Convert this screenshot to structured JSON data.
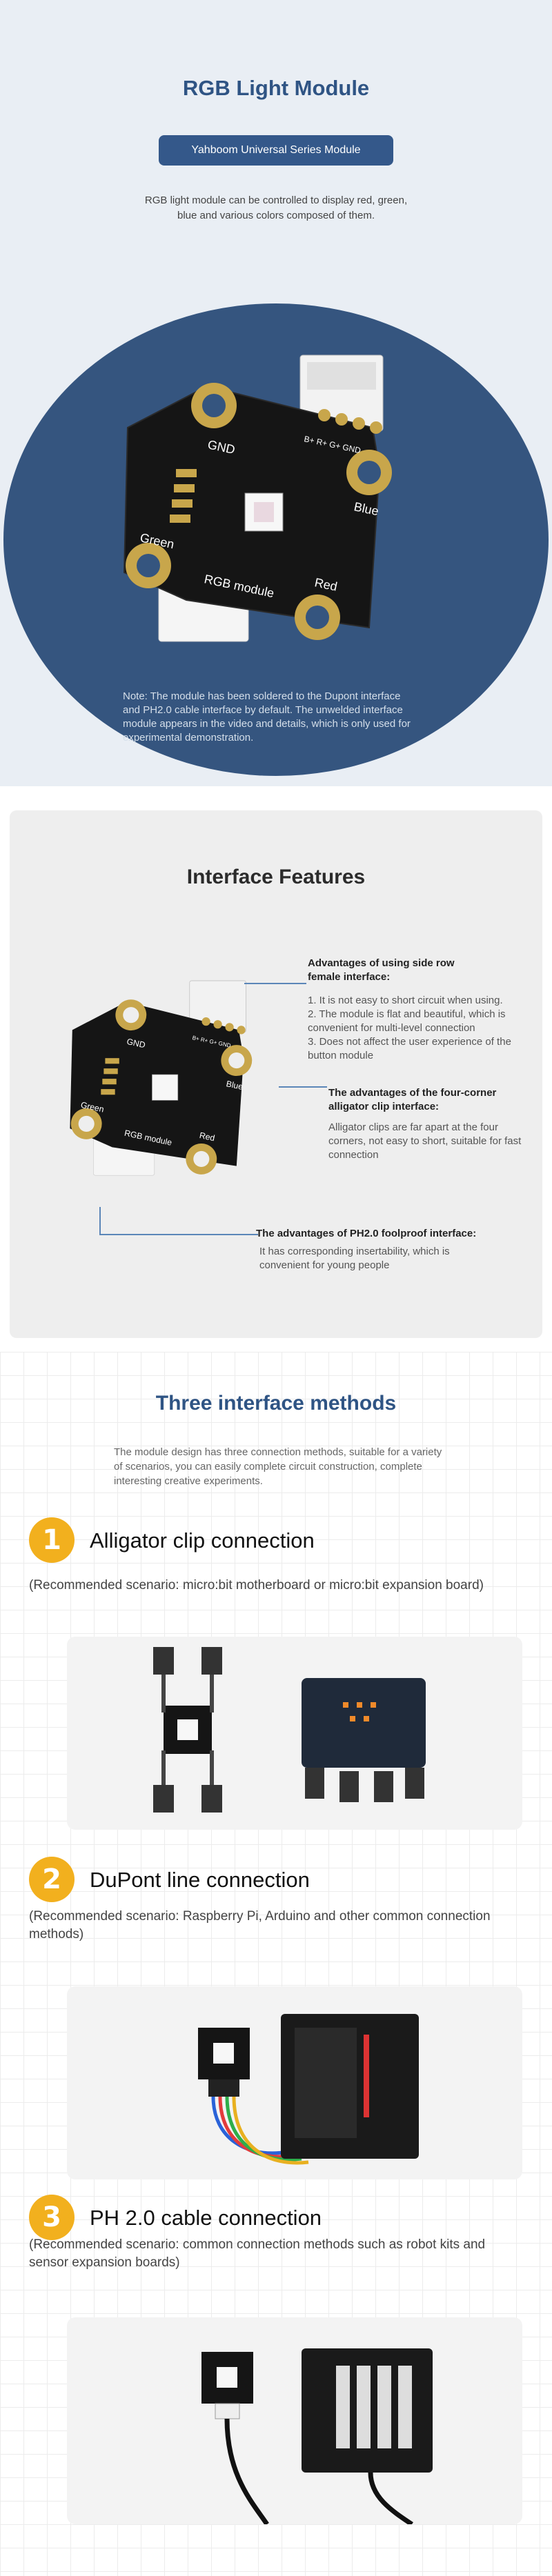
{
  "hero": {
    "title": "RGB Light Module",
    "subtitle": "Yahboom Universal Series Module",
    "description": "RGB light module can be controlled to display red, green, blue and various colors composed of them.",
    "note": "Note: The module has been soldered to the Dupont interface and PH2.0 cable interface by default. The unwelded interface module appears in the video and details, which is only used for experimental demonstration.",
    "board": {
      "pins": "B+ R+ G+ GND",
      "gnd_label": "GND",
      "blue_label": "Blue",
      "green_label": "Green",
      "red_label": "Red",
      "module_label": "RGB  module"
    }
  },
  "features": {
    "title": "Interface Features",
    "side_row": {
      "heading": "Advantages of using side row female interface:",
      "items": [
        "1. It is not easy to short circuit when using.",
        "2. The module is flat and beautiful, which is convenient for multi-level connection",
        "3. Does not affect the user experience of the button module"
      ]
    },
    "alligator": {
      "heading": "The advantages of the four-corner alligator clip interface:",
      "text": "Alligator clips are far apart at the four corners, not easy to short, suitable for fast connection"
    },
    "ph20": {
      "heading": "The advantages of PH2.0 foolproof interface:",
      "text": "It has corresponding insertability, which is convenient for young people"
    },
    "board": {
      "pins": "B+ R+ G+ GND",
      "gnd_label": "GND",
      "blue_label": "Blue",
      "green_label": "Green",
      "red_label": "Red",
      "module_label": "RGB  module"
    }
  },
  "methods": {
    "title": "Three interface methods",
    "description": "The module design has three connection methods, suitable for a variety of scenarios, you can easily complete circuit construction, complete interesting creative experiments.",
    "items": [
      {
        "number": "1",
        "title": "Alligator clip connection",
        "scenario": "(Recommended scenario: micro:bit motherboard or micro:bit expansion board)"
      },
      {
        "number": "2",
        "title": "DuPont line connection",
        "scenario": "(Recommended scenario: Raspberry Pi, Arduino and other common connection methods)"
      },
      {
        "number": "3",
        "title": "PH 2.0 cable connection",
        "scenario": "(Recommended scenario: common connection methods such as robot kits and sensor expansion boards)"
      }
    ]
  },
  "colors": {
    "brand_blue": "#2f5484",
    "badge_yellow": "#f2b01e",
    "circle_navy": "#35557f"
  }
}
